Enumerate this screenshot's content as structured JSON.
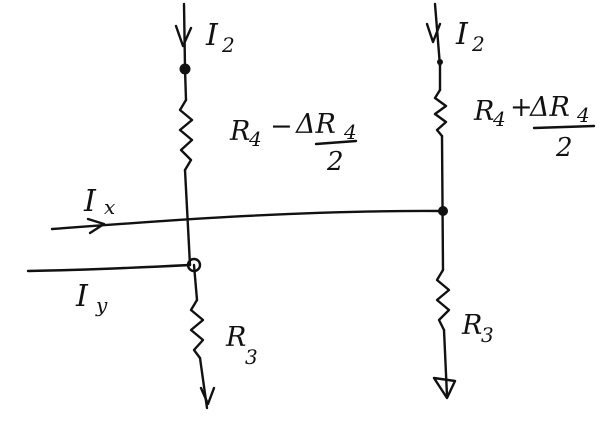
{
  "labels": {
    "i2_left": {
      "main": "I",
      "sub": "2"
    },
    "i2_right": {
      "main": "I",
      "sub": "2"
    },
    "r4_left": {
      "name": "R",
      "sub": "4",
      "op": "−",
      "delta": "ΔR",
      "delta_sub": "4",
      "den": "2"
    },
    "r4_right": {
      "name": "R",
      "sub": "4",
      "op": "+",
      "delta": "ΔR",
      "delta_sub": "4",
      "den": "2"
    },
    "ix": {
      "main": "I",
      "sub": "x"
    },
    "iy": {
      "main": "I",
      "sub": "y"
    },
    "r3_left": {
      "name": "R",
      "sub": "3"
    },
    "r3_right": {
      "name": "R",
      "sub": "3"
    }
  },
  "colors": {
    "ink": "#111111",
    "background": "#ffffff"
  }
}
